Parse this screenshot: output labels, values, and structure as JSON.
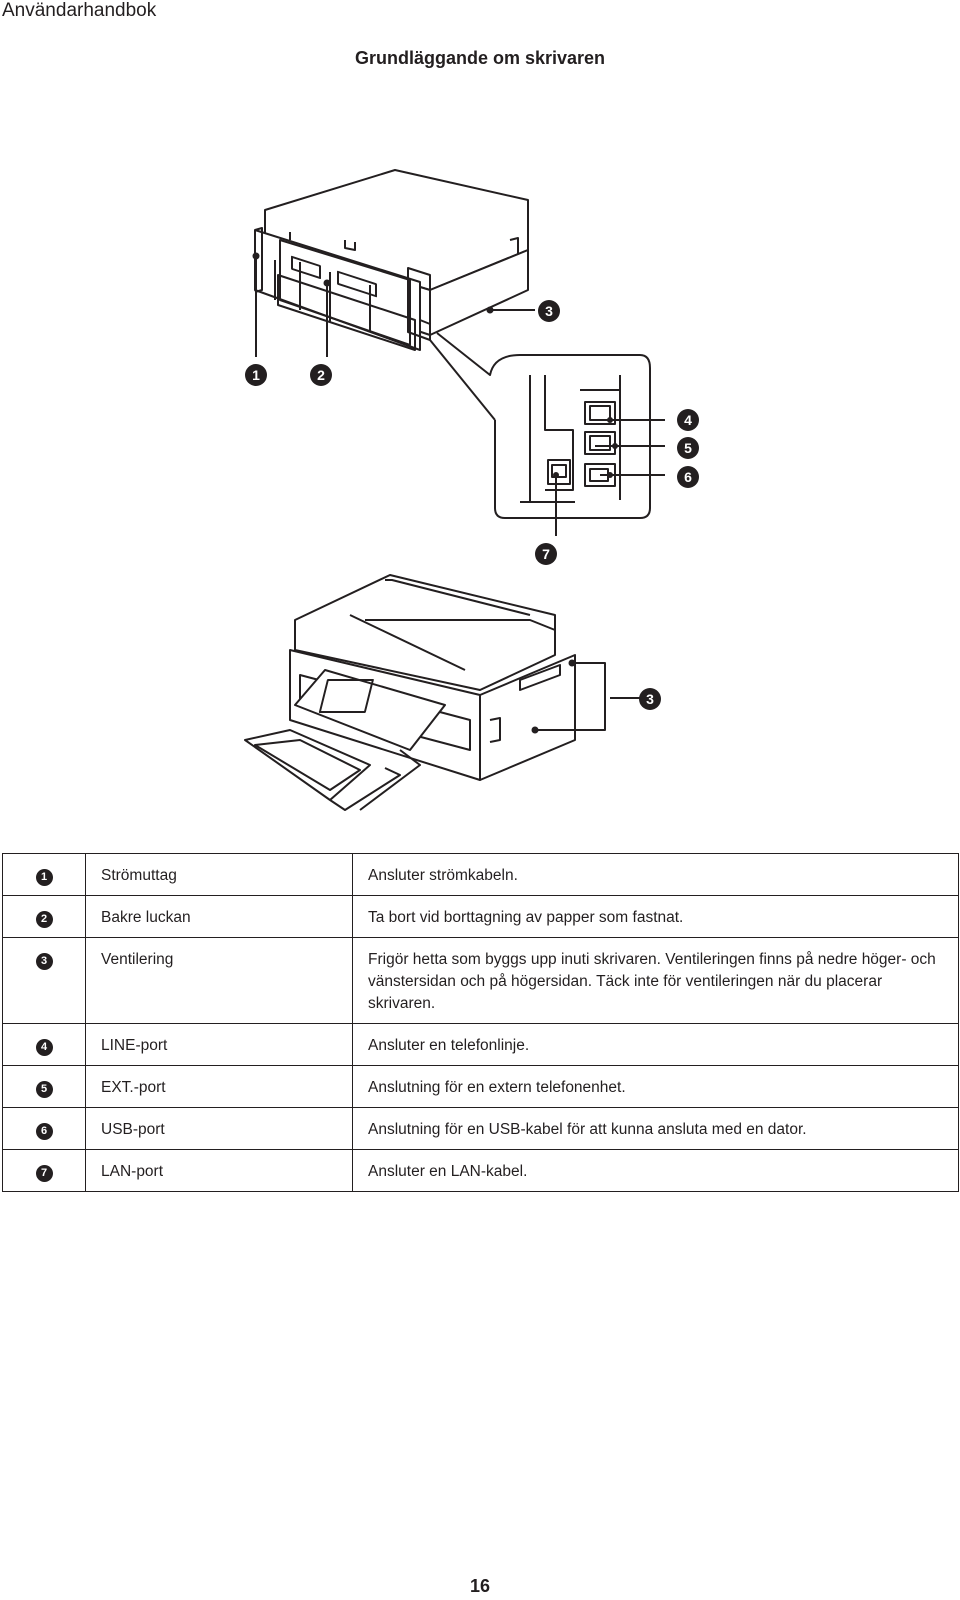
{
  "header": {
    "title": "Användarhandbok"
  },
  "section": {
    "title": "Grundläggande om skrivaren"
  },
  "figure": {
    "callouts": [
      "1",
      "2",
      "3",
      "4",
      "5",
      "6",
      "7",
      "3"
    ]
  },
  "table": {
    "rows": [
      {
        "num": "1",
        "name": "Strömuttag",
        "desc": "Ansluter strömkabeln."
      },
      {
        "num": "2",
        "name": "Bakre luckan",
        "desc": "Ta bort vid borttagning av papper som fastnat."
      },
      {
        "num": "3",
        "name": "Ventilering",
        "desc": "Frigör hetta som byggs upp inuti skrivaren. Ventileringen finns på nedre höger- och vänstersidan och på högersidan. Täck inte för ventileringen när du placerar skrivaren."
      },
      {
        "num": "4",
        "name": "LINE-port",
        "desc": "Ansluter en telefonlinje."
      },
      {
        "num": "5",
        "name": "EXT.-port",
        "desc": "Anslutning för en extern telefonenhet."
      },
      {
        "num": "6",
        "name": "USB-port",
        "desc": "Anslutning för en USB-kabel för att kunna ansluta med en dator."
      },
      {
        "num": "7",
        "name": "LAN-port",
        "desc": "Ansluter en LAN-kabel."
      }
    ]
  },
  "footer": {
    "page_number": "16"
  }
}
